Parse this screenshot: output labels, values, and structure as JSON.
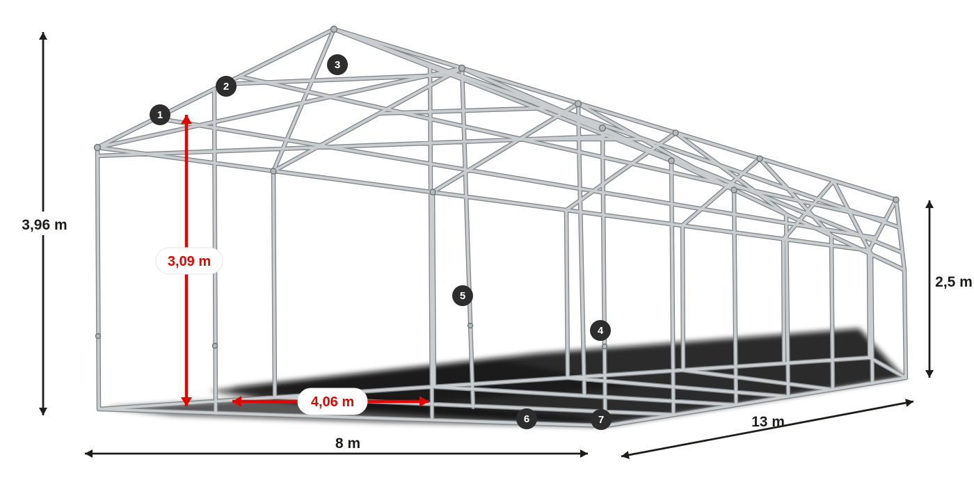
{
  "dimensions": {
    "total_height": "3,96 m",
    "inner_height": "3,09 m",
    "inner_width": "4,06 m",
    "width": "8 m",
    "length": "13 m",
    "side_wall_height": "2,5 m"
  },
  "part_markers": [
    "1",
    "2",
    "3",
    "4",
    "5",
    "6",
    "7"
  ],
  "colors": {
    "frame_core": "#c9cdcf",
    "frame_outline": "#82878a",
    "dim_black": "#1d1d1b",
    "dim_red": "#e10600",
    "badge_bg": "#2d2d2d",
    "badge_text": "#ffffff",
    "shadow": "#0b0b0b",
    "pill_bg": "#ffffff"
  }
}
